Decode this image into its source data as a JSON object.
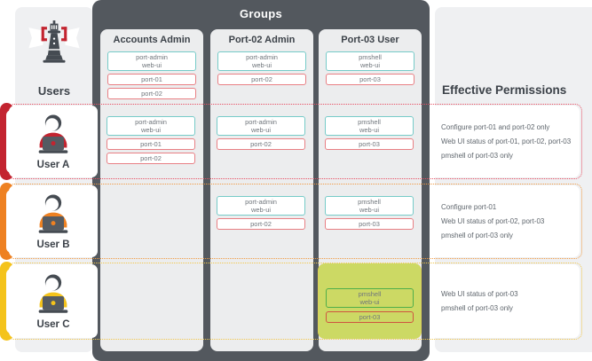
{
  "users_panel": {
    "title": "Users"
  },
  "groups_panel": {
    "title": "Groups",
    "columns": [
      {
        "name": "Accounts Admin",
        "boxes": [
          {
            "lines": [
              "port-admin",
              "web-ui"
            ]
          },
          {
            "lines": [
              "port-01"
            ]
          },
          {
            "lines": [
              "port-02"
            ]
          }
        ]
      },
      {
        "name": "Port-02 Admin",
        "boxes": [
          {
            "lines": [
              "port-admin",
              "web-ui"
            ]
          },
          {
            "lines": [
              "port-02"
            ]
          }
        ]
      },
      {
        "name": "Port-03 User",
        "boxes": [
          {
            "lines": [
              "pmshell",
              "web-ui"
            ]
          },
          {
            "lines": [
              "port-03"
            ]
          }
        ]
      }
    ]
  },
  "permissions_panel": {
    "title": "Effective Permissions"
  },
  "rows": [
    {
      "user": "User A",
      "cells": [
        {
          "boxes": [
            {
              "lines": [
                "port-admin",
                "web-ui"
              ]
            },
            {
              "lines": [
                "port-01"
              ]
            },
            {
              "lines": [
                "port-02"
              ]
            }
          ]
        },
        {
          "boxes": [
            {
              "lines": [
                "port-admin",
                "web-ui"
              ]
            },
            {
              "lines": [
                "port-02"
              ]
            }
          ]
        },
        {
          "boxes": [
            {
              "lines": [
                "pmshell",
                "web-ui"
              ]
            },
            {
              "lines": [
                "port-03"
              ]
            }
          ]
        }
      ],
      "permissions": [
        "Configure port-01 and port-02 only",
        "Web UI status of port-01, port-02, port-03",
        "pmshell of port-03 only"
      ]
    },
    {
      "user": "User B",
      "cells": [
        {
          "boxes": []
        },
        {
          "boxes": [
            {
              "lines": [
                "port-admin",
                "web-ui"
              ]
            },
            {
              "lines": [
                "port-02"
              ]
            }
          ]
        },
        {
          "boxes": [
            {
              "lines": [
                "pmshell",
                "web-ui"
              ]
            },
            {
              "lines": [
                "port-03"
              ]
            }
          ]
        }
      ],
      "permissions": [
        "Configure port-01",
        "Web UI status of port-02, port-03",
        "pmshell of port-03 only"
      ]
    },
    {
      "user": "User C",
      "cells": [
        {
          "boxes": []
        },
        {
          "boxes": []
        },
        {
          "boxes": [
            {
              "lines": [
                "pmshell",
                "web-ui"
              ]
            },
            {
              "lines": [
                "port-03"
              ]
            }
          ]
        }
      ],
      "permissions": [
        "Web UI status of port-03",
        "pmshell of port-03 only"
      ]
    }
  ],
  "colors": {
    "panel_dark": "#53585e",
    "column_bg": "#ecedee",
    "side_panel_bg": "#eff0f2",
    "user_a_red": "#c32430",
    "user_b_orange": "#ee8122",
    "user_c_yellow": "#f4c31b",
    "teal_border": "#76cbc8",
    "salmon_border": "#e87f84",
    "green_border": "#4fae4a",
    "highlight_green": "#ccd964"
  }
}
